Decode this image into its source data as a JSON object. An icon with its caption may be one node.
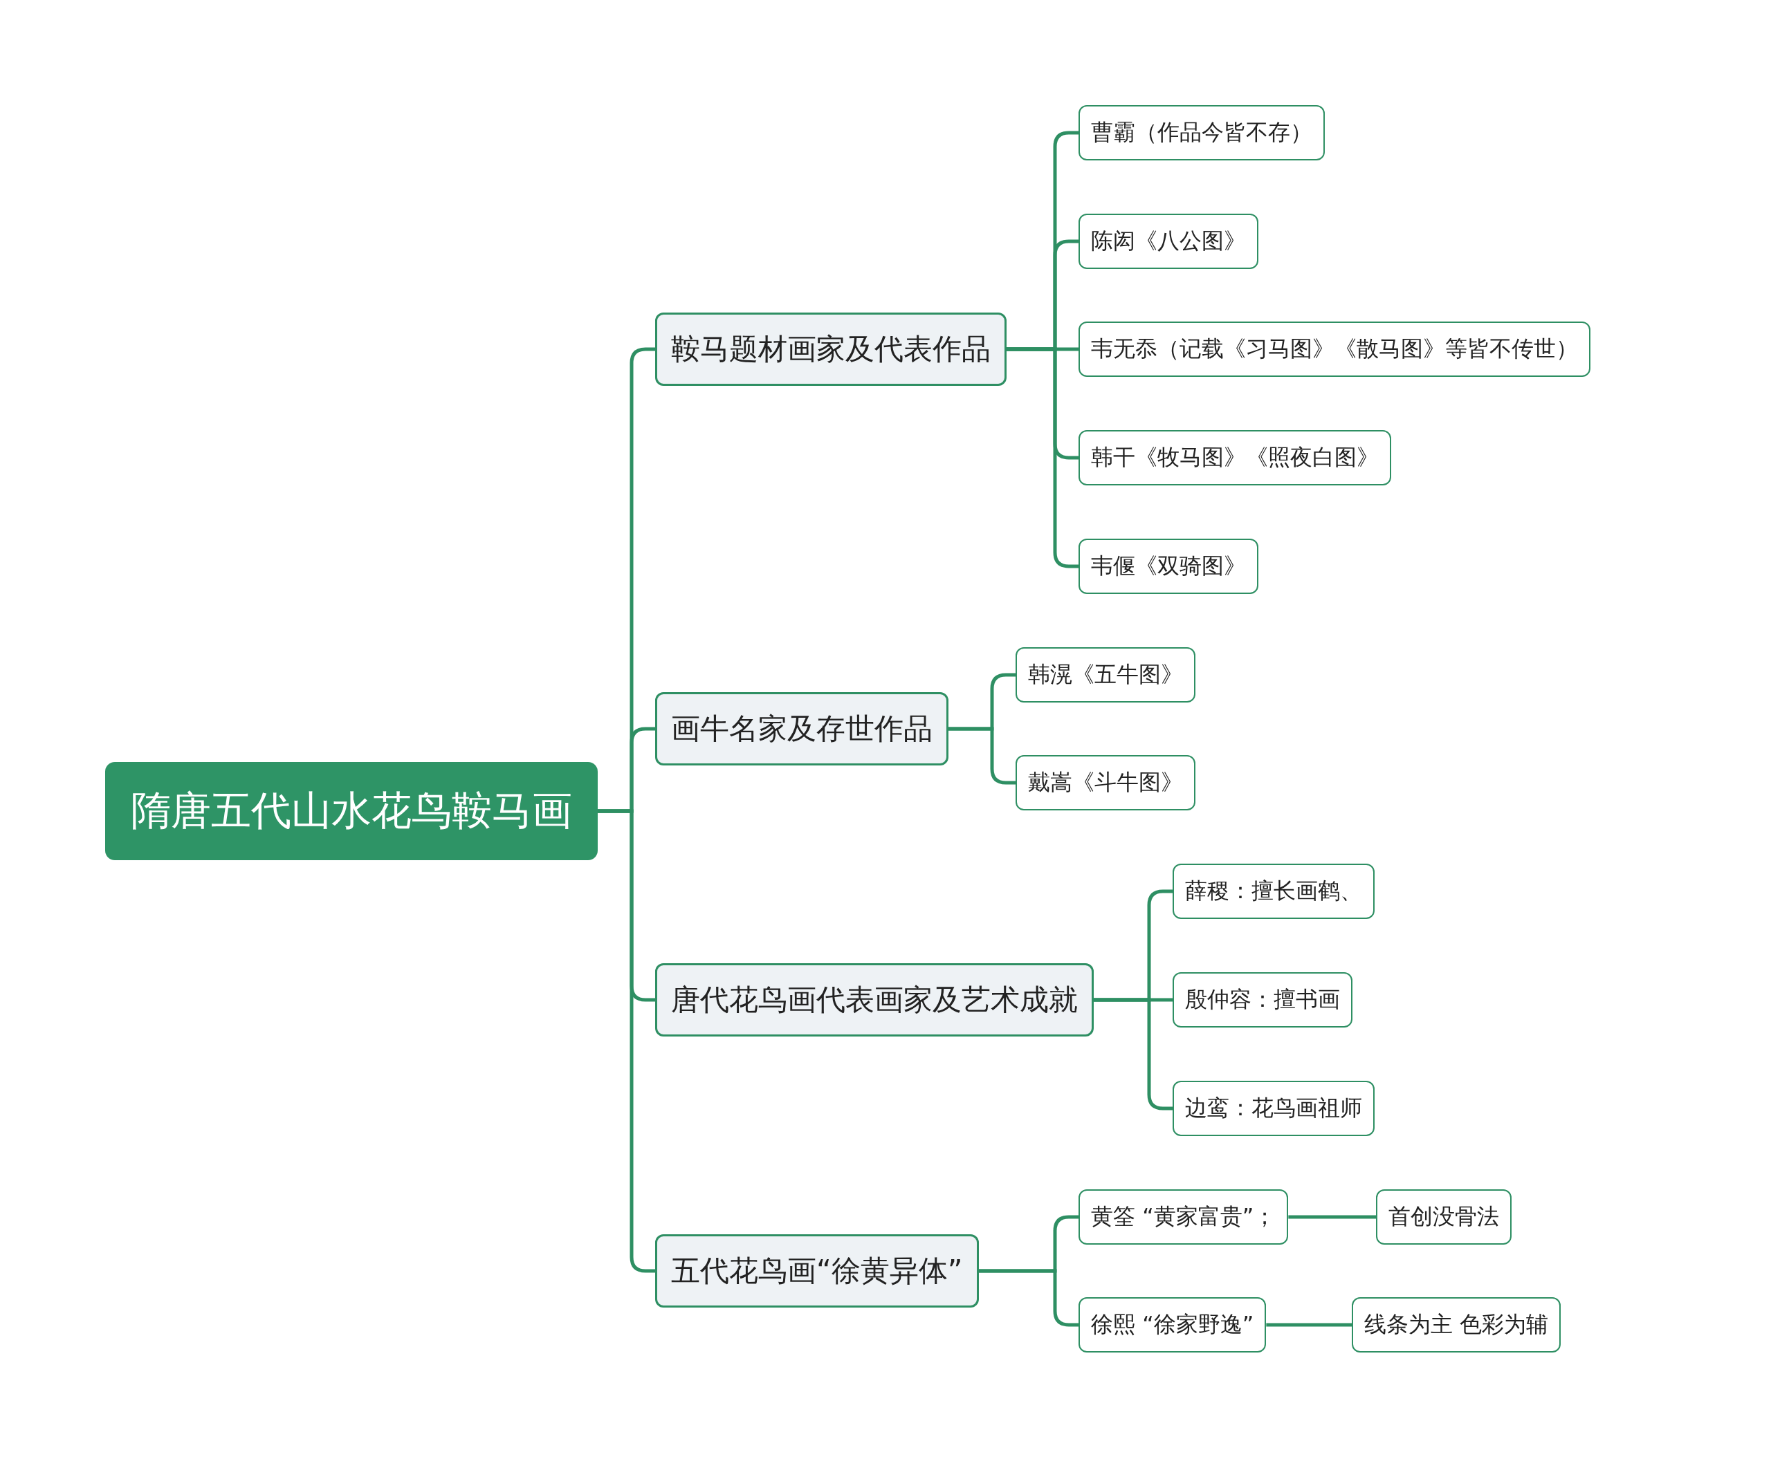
{
  "diagram": {
    "nodes": [
      {
        "text": [
          "隋唐五代山水花鸟鞍马画"
        ]
      },
      {
        "text": [
          "鞍马题材画家及代表作品"
        ]
      },
      {
        "text": [
          "曹霸（作品今皆不存）"
        ]
      },
      {
        "text": [
          "陈闳《八公图》"
        ]
      },
      {
        "text": [
          "韦无忝（记载《习马图》《散马图》等皆不传世）"
        ]
      },
      {
        "text": [
          "韩干《牧马图》《照夜白图》"
        ]
      },
      {
        "text": [
          "韦偃《双骑图》"
        ]
      },
      {
        "text": [
          "画牛名家及存世作品"
        ]
      },
      {
        "text": [
          "韩滉《五牛图》"
        ]
      },
      {
        "text": [
          "戴嵩《斗牛图》"
        ]
      },
      {
        "text": [
          "唐代花鸟画代表画家及艺术成就"
        ]
      },
      {
        "text": [
          "薛稷：擅长画鹤、"
        ]
      },
      {
        "text": [
          "殷仲容：擅书画"
        ]
      },
      {
        "text": [
          "边鸾：花鸟画祖师"
        ]
      },
      {
        "text": [
          "五代花鸟画“徐黄异体”"
        ]
      },
      {
        "text": [
          "黄筌 “黄家富贵”；"
        ]
      },
      {
        "text": [
          "首创没骨法"
        ]
      },
      {
        "text": [
          "徐熙 “徐家野逸”"
        ]
      },
      {
        "text": [
          "线条为主 色彩为辅"
        ]
      }
    ],
    "edges": [
      {
        "from": 0,
        "to": 1,
        "arrow": "none"
      },
      {
        "from": 1,
        "to": 2,
        "arrow": "none"
      },
      {
        "from": 1,
        "to": 3,
        "arrow": "none"
      },
      {
        "from": 1,
        "to": 4,
        "arrow": "none"
      },
      {
        "from": 1,
        "to": 5,
        "arrow": "none"
      },
      {
        "from": 1,
        "to": 6,
        "arrow": "none"
      },
      {
        "from": 0,
        "to": 7,
        "arrow": "none"
      },
      {
        "from": 7,
        "to": 8,
        "arrow": "none"
      },
      {
        "from": 7,
        "to": 9,
        "arrow": "none"
      },
      {
        "from": 0,
        "to": 10,
        "arrow": "none"
      },
      {
        "from": 10,
        "to": 11,
        "arrow": "none"
      },
      {
        "from": 10,
        "to": 12,
        "arrow": "none"
      },
      {
        "from": 10,
        "to": 13,
        "arrow": "none"
      },
      {
        "from": 0,
        "to": 14,
        "arrow": "none"
      },
      {
        "from": 14,
        "to": 15,
        "arrow": "none"
      },
      {
        "from": 15,
        "to": 16,
        "arrow": "none"
      },
      {
        "from": 14,
        "to": 17,
        "arrow": "none"
      },
      {
        "from": 17,
        "to": 18,
        "arrow": "none"
      }
    ]
  }
}
